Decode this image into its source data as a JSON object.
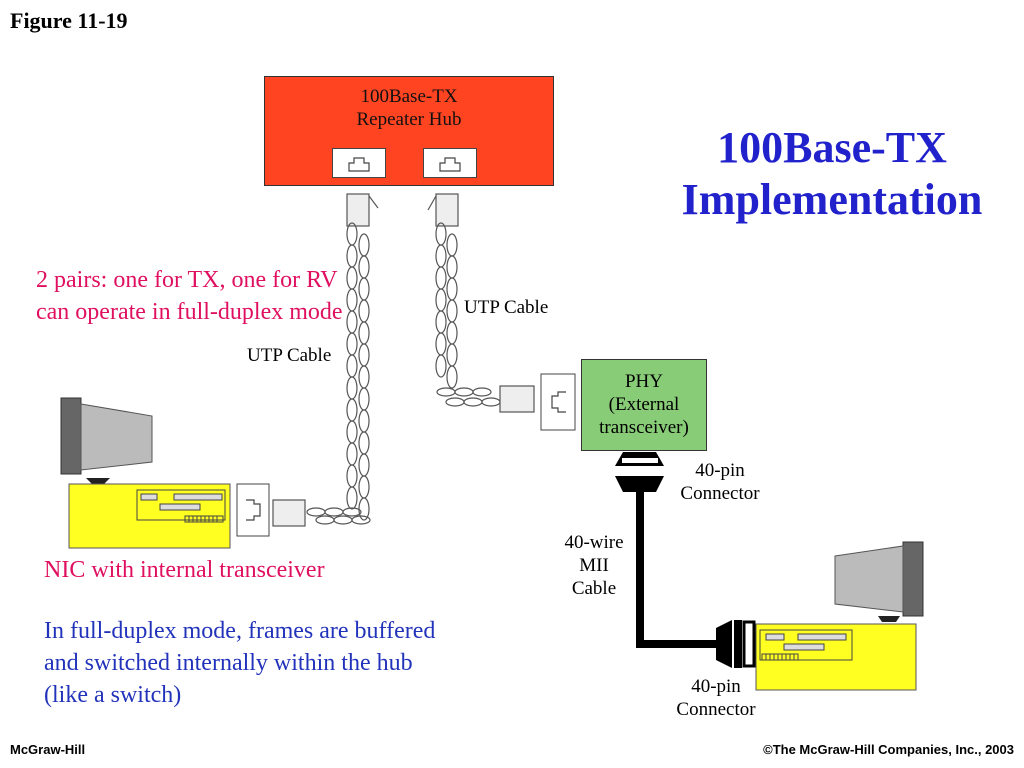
{
  "figure_label": "Figure 11-19",
  "title_line1": "100Base-TX",
  "title_line2": "Implementation",
  "hub": {
    "line1": "100Base-TX",
    "line2": "Repeater Hub"
  },
  "phy": {
    "line1": "PHY",
    "line2": "(External",
    "line3": "transceiver)"
  },
  "utp_cable_left": "UTP Cable",
  "utp_cable_right": "UTP Cable",
  "connector_top": {
    "line1": "40-pin",
    "line2": "Connector"
  },
  "connector_bottom": {
    "line1": "40-pin",
    "line2": "Connector"
  },
  "mii_cable": {
    "line1": "40-wire",
    "line2": "MII",
    "line3": "Cable"
  },
  "note_pairs": {
    "line1": "2 pairs: one for TX, one for RV",
    "line2": "can operate in full-duplex mode"
  },
  "note_nic": "NIC with internal transceiver",
  "note_fullduplex": {
    "line1": "In full-duplex mode, frames are buffered",
    "line2": "and switched internally within the hub",
    "line3": "(like a switch)"
  },
  "footer_left": "McGraw-Hill",
  "footer_right": "©The McGraw-Hill Companies, Inc., 2003",
  "colors": {
    "hub": "#ff4422",
    "phy": "#88cc77",
    "computer": "#ffff22",
    "title": "#2222cc",
    "note_red": "#e01060",
    "note_blue": "#2233bb"
  }
}
